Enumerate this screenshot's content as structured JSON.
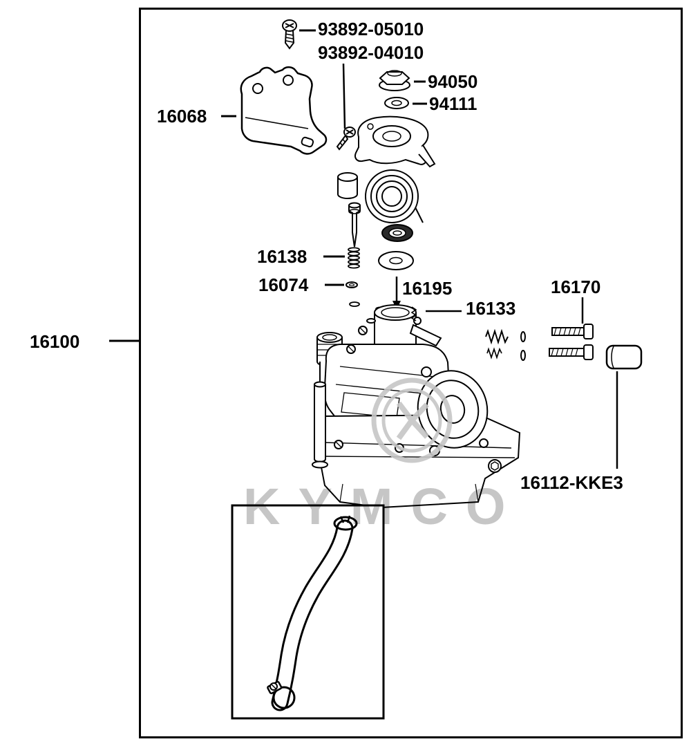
{
  "watermark": "KYMCO",
  "labels": {
    "p93892_05010": "93892-05010",
    "p93892_04010": "93892-04010",
    "p94050": "94050",
    "p94111": "94111",
    "p16068": "16068",
    "p16138": "16138",
    "p16074": "16074",
    "p16195": "16195",
    "p16133": "16133",
    "p16170": "16170",
    "p16100": "16100",
    "p16112_kke3": "16112-KKE3"
  }
}
